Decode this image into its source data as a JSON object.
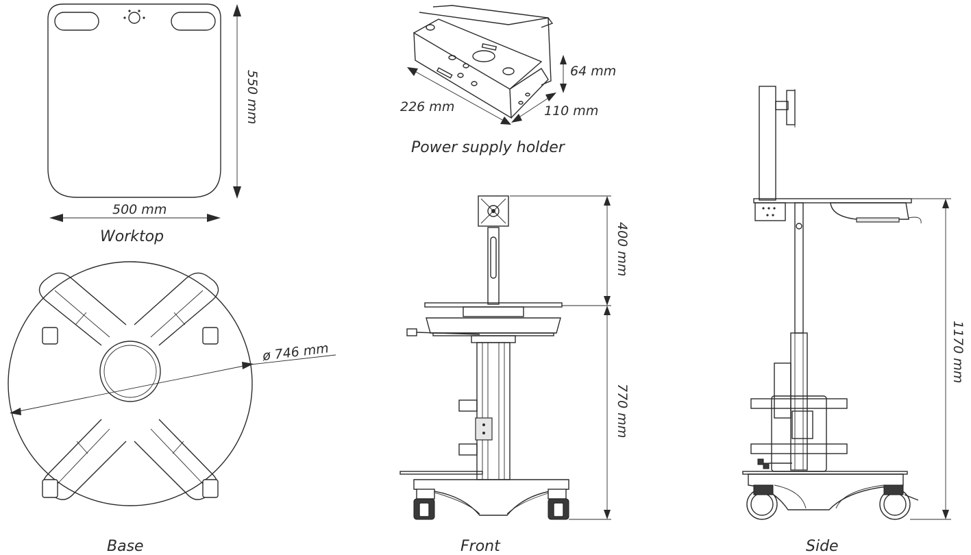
{
  "captions": {
    "worktop": "Worktop",
    "power_supply": "Power supply holder",
    "base": "Base",
    "front": "Front",
    "side": "Side"
  },
  "dimensions": {
    "worktop_height": "550 mm",
    "worktop_width": "500 mm",
    "psu_height": "64 mm",
    "psu_length": "226 mm",
    "psu_depth": "110 mm",
    "base_diameter": "ø 746 mm",
    "front_upper": "400 mm",
    "front_lower": "770 mm",
    "side_total": "1170 mm"
  },
  "colors": {
    "line": "#2a2a2a",
    "text": "#2b2b2b",
    "panel_grey": "#e6e6e6"
  }
}
